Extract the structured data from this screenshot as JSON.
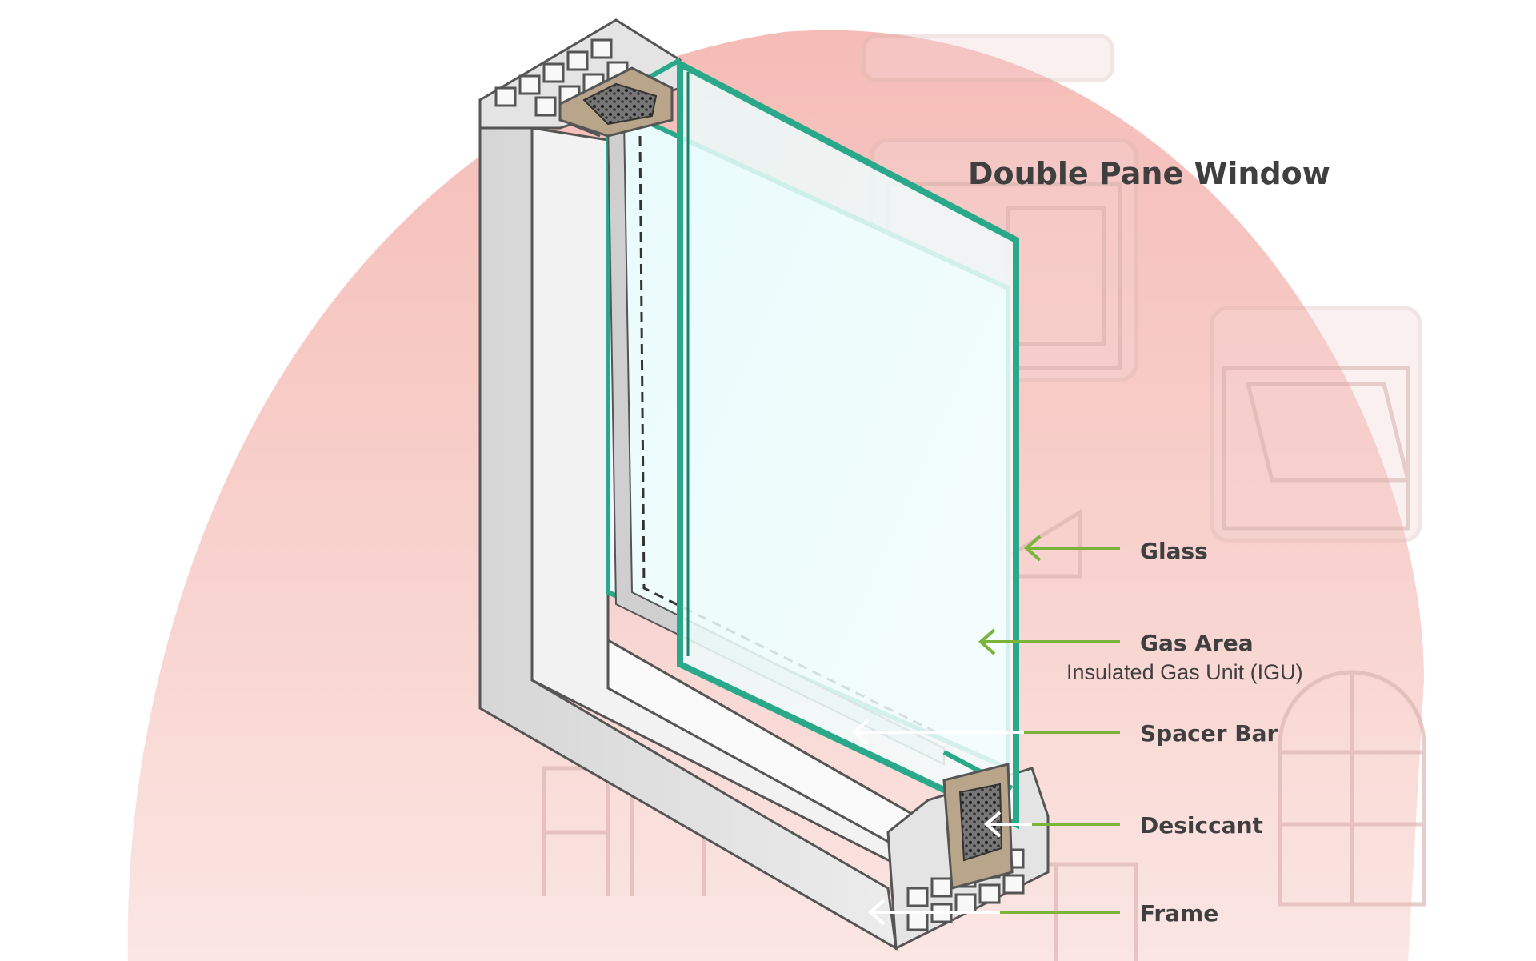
{
  "title": "Double Pane Window",
  "labels": {
    "glass": "Glass",
    "gas_area": "Gas Area",
    "gas_area_sub": "Insulated Gas Unit (IGU)",
    "spacer_bar": "Spacer Bar",
    "desiccant": "Desiccant",
    "frame": "Frame"
  },
  "colors": {
    "background_blob": "#f6c4c0",
    "leader_line": "#7ab43a",
    "glass_edge": "#3fb89a",
    "frame": "#e6e6e6",
    "text": "#3f3f3f"
  }
}
